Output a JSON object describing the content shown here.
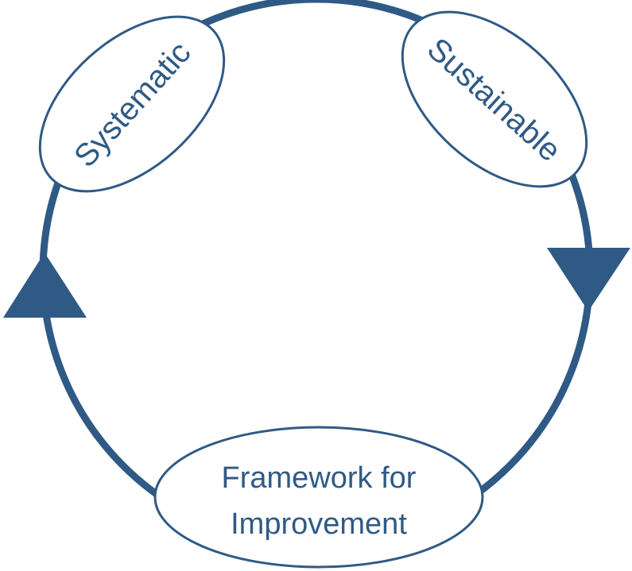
{
  "colors": {
    "primary": "#2f5a85",
    "background": "#ffffff"
  },
  "nodes": {
    "systematic": {
      "label": "Systematic"
    },
    "sustainable": {
      "label": "Sustainable"
    },
    "framework": {
      "line1": "Framework for",
      "line2": "Improvement"
    }
  },
  "arrows": {
    "left": "up-arrow",
    "right": "down-arrow"
  }
}
